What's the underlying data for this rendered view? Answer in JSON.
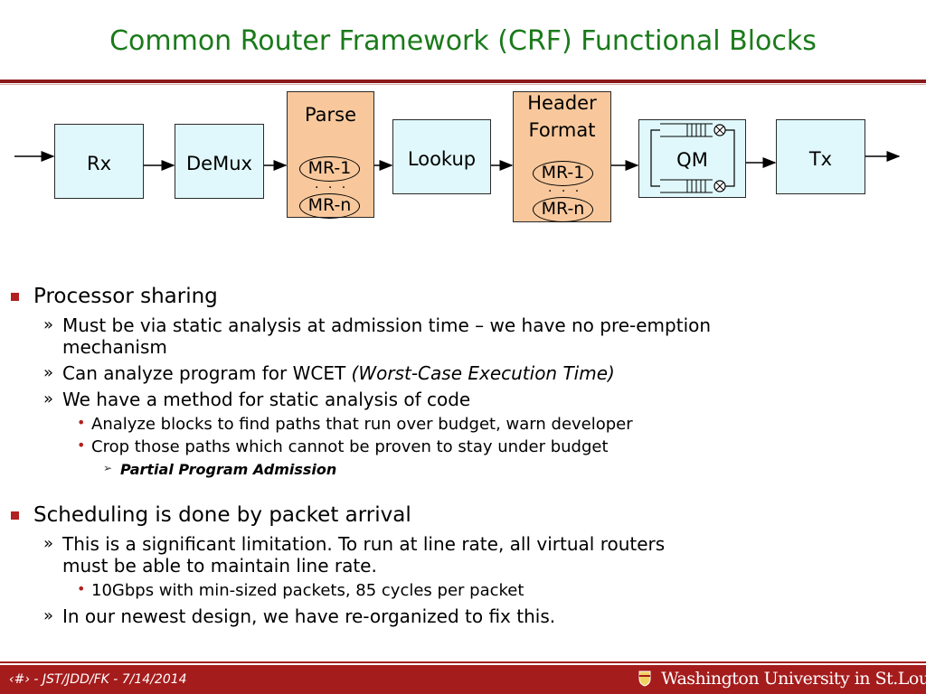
{
  "slide": {
    "title": "Common Router Framework (CRF) Functional Blocks"
  },
  "diagram": {
    "rx": "Rx",
    "demux": "DeMux",
    "parse": "Parse",
    "parse_mr1": "MR-1",
    "parse_dots": ". . .",
    "parse_mrn": "MR-n",
    "lookup": "Lookup",
    "header_format_line1": "Header",
    "header_format_line2": "Format",
    "hf_mr1": "MR-1",
    "hf_dots": ". . .",
    "hf_mrn": "MR-n",
    "qm": "QM",
    "tx": "Tx",
    "colors": {
      "block_fill": "#e0f8fb",
      "mr_block_fill": "#f8c89c"
    }
  },
  "bullets": {
    "b1": "Processor sharing",
    "b1_1": "Must be via static analysis at admission time – we have no pre-emption",
    "b1_1_cont": "mechanism",
    "b1_2_plain": "Can analyze program for WCET ",
    "b1_2_italic": "(Worst-Case Execution Time)",
    "b1_3": "We have a method for static analysis of code",
    "b1_3_1": "Analyze blocks to find paths that run over budget, warn developer",
    "b1_3_2": "Crop those paths which cannot be proven to stay under budget",
    "b1_3_2_1": "Partial Program Admission",
    "b2": "Scheduling is done by packet arrival",
    "b2_1": "This is a significant limitation.  To run at line rate, all virtual routers",
    "b2_1_cont": "must be able to maintain line rate.",
    "b2_1_1": "10Gbps with min-sized packets, 85 cycles per packet",
    "b2_2": "In our newest design, we have re-organized to fix this.",
    "marker_l2": "»",
    "marker_l3": "•",
    "marker_l4": "➢"
  },
  "footer": {
    "text": "‹#› - JST/JDD/FK - 7/14/2014",
    "logo_text": "Washington University in St.Louis",
    "color": "#a51c1c"
  },
  "colors": {
    "title": "#1a7a1a",
    "accent": "#b32020"
  }
}
